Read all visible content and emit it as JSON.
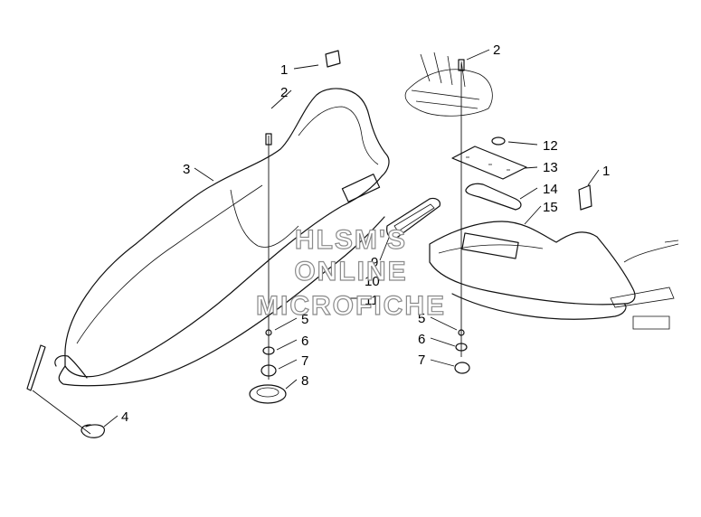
{
  "watermark": {
    "line1": "HLSM'S",
    "line2": "ONLINE",
    "line3": "MICROFICHE"
  },
  "callouts": {
    "c1_left": "1",
    "c2_left": "2",
    "c3": "3",
    "c4": "4",
    "c5_left": "5",
    "c6_left": "6",
    "c7_left": "7",
    "c8": "8",
    "c9": "9",
    "c10": "10",
    "c11": "11",
    "c2_right": "2",
    "c12": "12",
    "c13": "13",
    "c14": "14",
    "c15": "15",
    "c1_right": "1",
    "c5_right": "5",
    "c6_right": "6",
    "c7_right": "7"
  }
}
